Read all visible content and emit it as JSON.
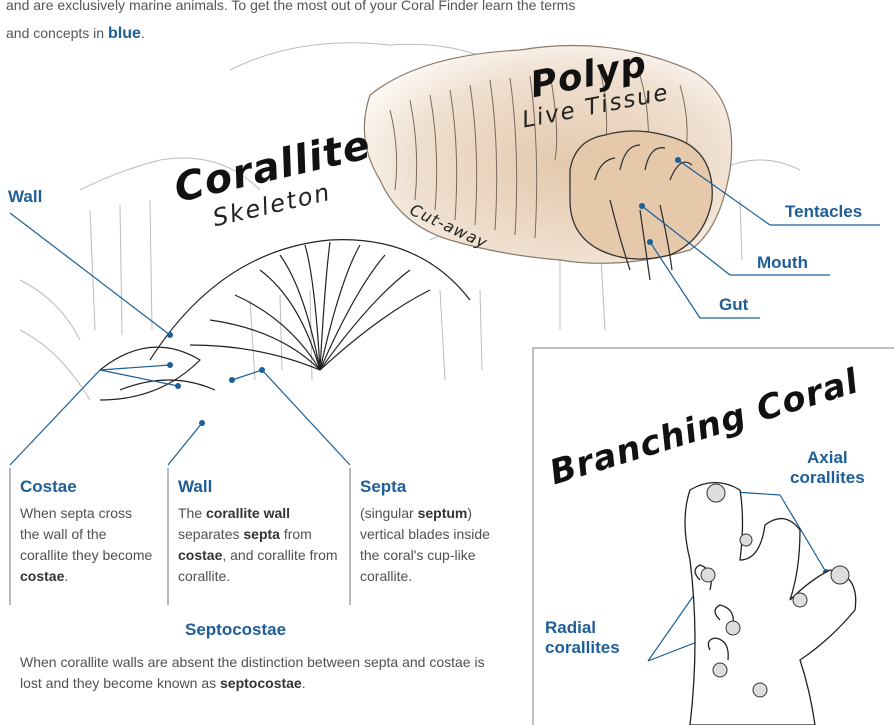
{
  "intro": {
    "line1": "and are exclusively marine animals. To get the most out of your Coral Finder learn the terms",
    "line2": "and concepts in ",
    "highlight": "blue",
    "line2_end": "."
  },
  "headings": {
    "corallite": "Corallite",
    "skeleton": "Skeleton",
    "polyp": "Polyp",
    "live_tissue": "Live Tissue",
    "cutaway": "Cut-away",
    "branching_coral": "Branching Coral"
  },
  "labels": {
    "wall_top": "Wall",
    "tentacles": "Tentacles",
    "mouth": "Mouth",
    "gut": "Gut",
    "axial": [
      "Axial",
      "corallites"
    ],
    "radial": [
      "Radial",
      "corallites"
    ]
  },
  "definitions": {
    "costae": {
      "title": "Costae",
      "t1": "When septa cross the wall of the corallite they become ",
      "b1": "costae",
      "t2": "."
    },
    "wall": {
      "title": "Wall",
      "t1": "The ",
      "b1": "corallite wall",
      "t2": " separates ",
      "b2": "septa",
      "t3": " from ",
      "b3": "costae",
      "t4": ", and corallite from corallite."
    },
    "septa": {
      "title": "Septa",
      "t1": "(singular ",
      "b1": "septum",
      "t2": ") vertical blades inside the coral's cup-like corallite."
    },
    "septocostae": {
      "title": "Septocostae",
      "t1": "When corallite walls are absent the distinction between septa and costae is lost and they become known as ",
      "b1": "septocostae",
      "t2": "."
    }
  },
  "colors": {
    "label_blue": "#1f5e96",
    "leader_blue": "#1a5f96",
    "polyp_tissue": "#e8d4bf"
  }
}
